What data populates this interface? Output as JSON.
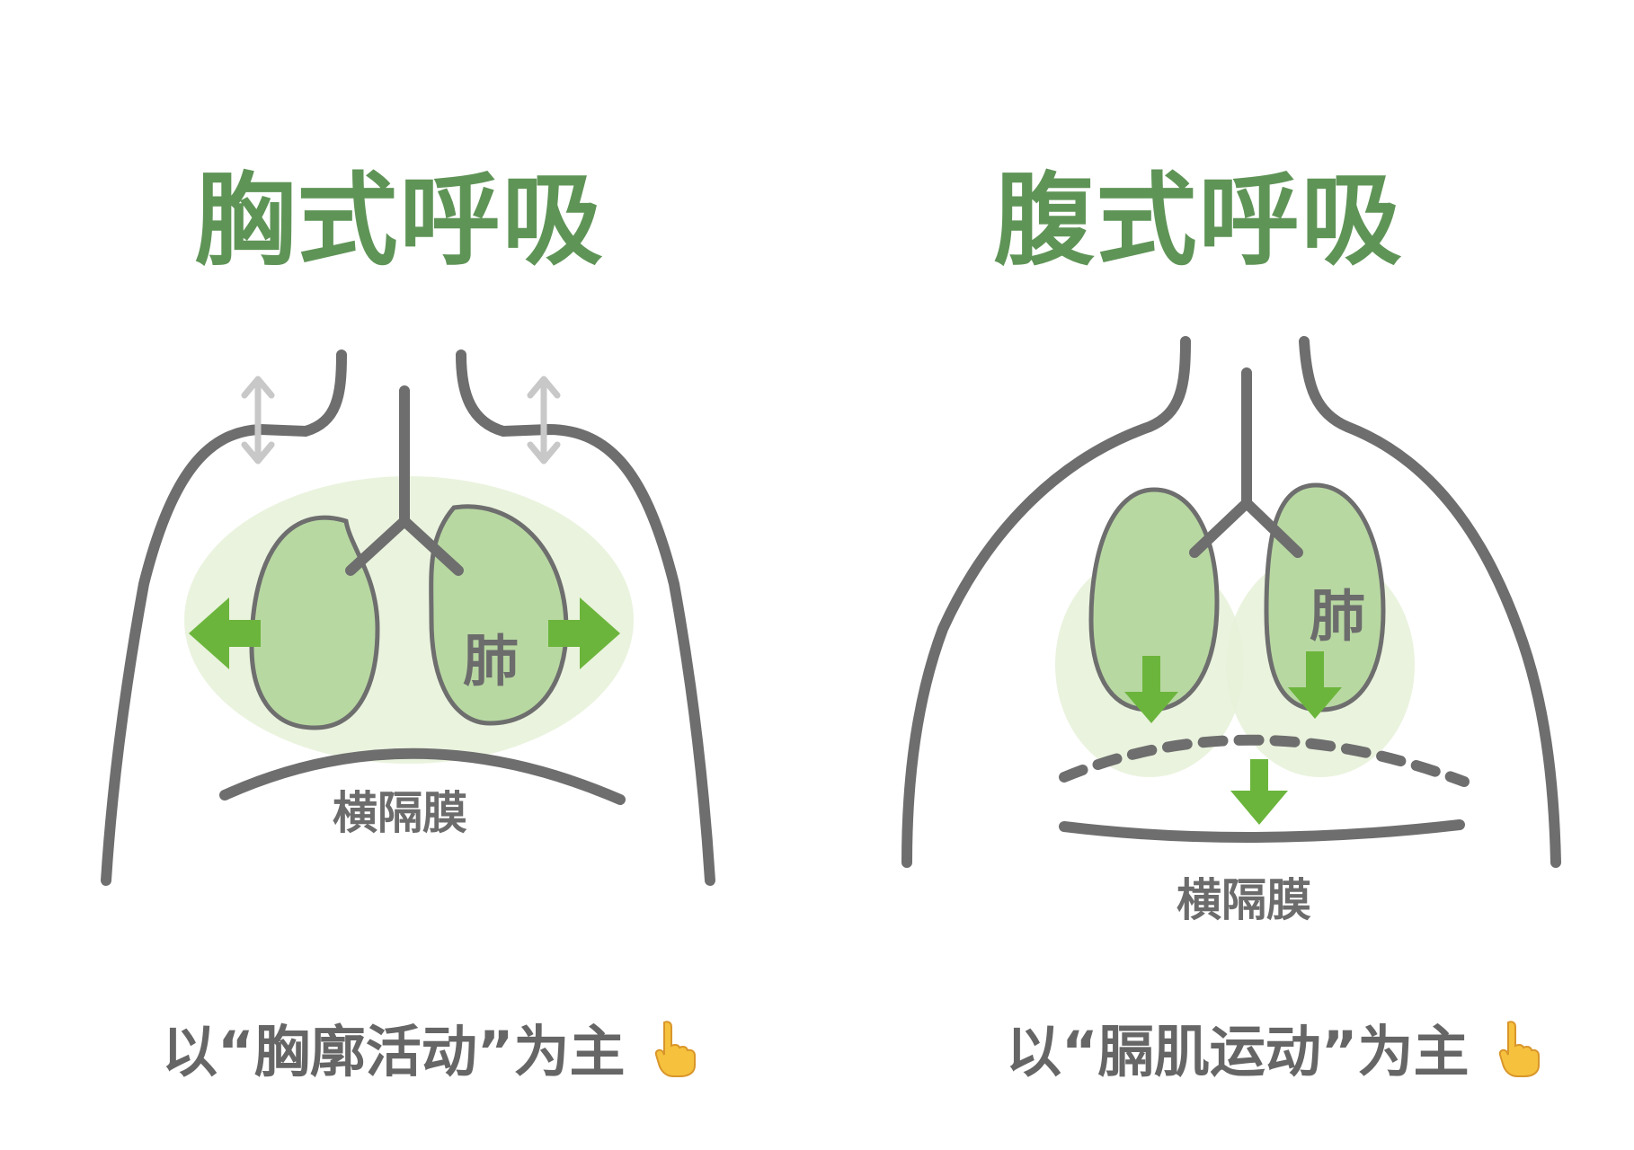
{
  "left": {
    "title": "胸式呼吸",
    "lung_label": "肺",
    "diaphragm_label": "横隔膜",
    "caption": "以“胸廓活动”为主"
  },
  "right": {
    "title": "腹式呼吸",
    "lung_label": "肺",
    "diaphragm_label": "横隔膜",
    "caption": "以“膈肌运动”为主"
  },
  "icons": [
    "double-arrow-icon",
    "arrow-icon",
    "pointing-hand-icon"
  ],
  "colors": {
    "title_green": "#5f9457",
    "lung_fill": "#b8d8a2",
    "lung_halo": "#e8f2da",
    "arrow_green": "#6cb53c",
    "outline_gray": "#6e6e6e",
    "shoulder_arrow_gray": "#c8c8c8"
  }
}
